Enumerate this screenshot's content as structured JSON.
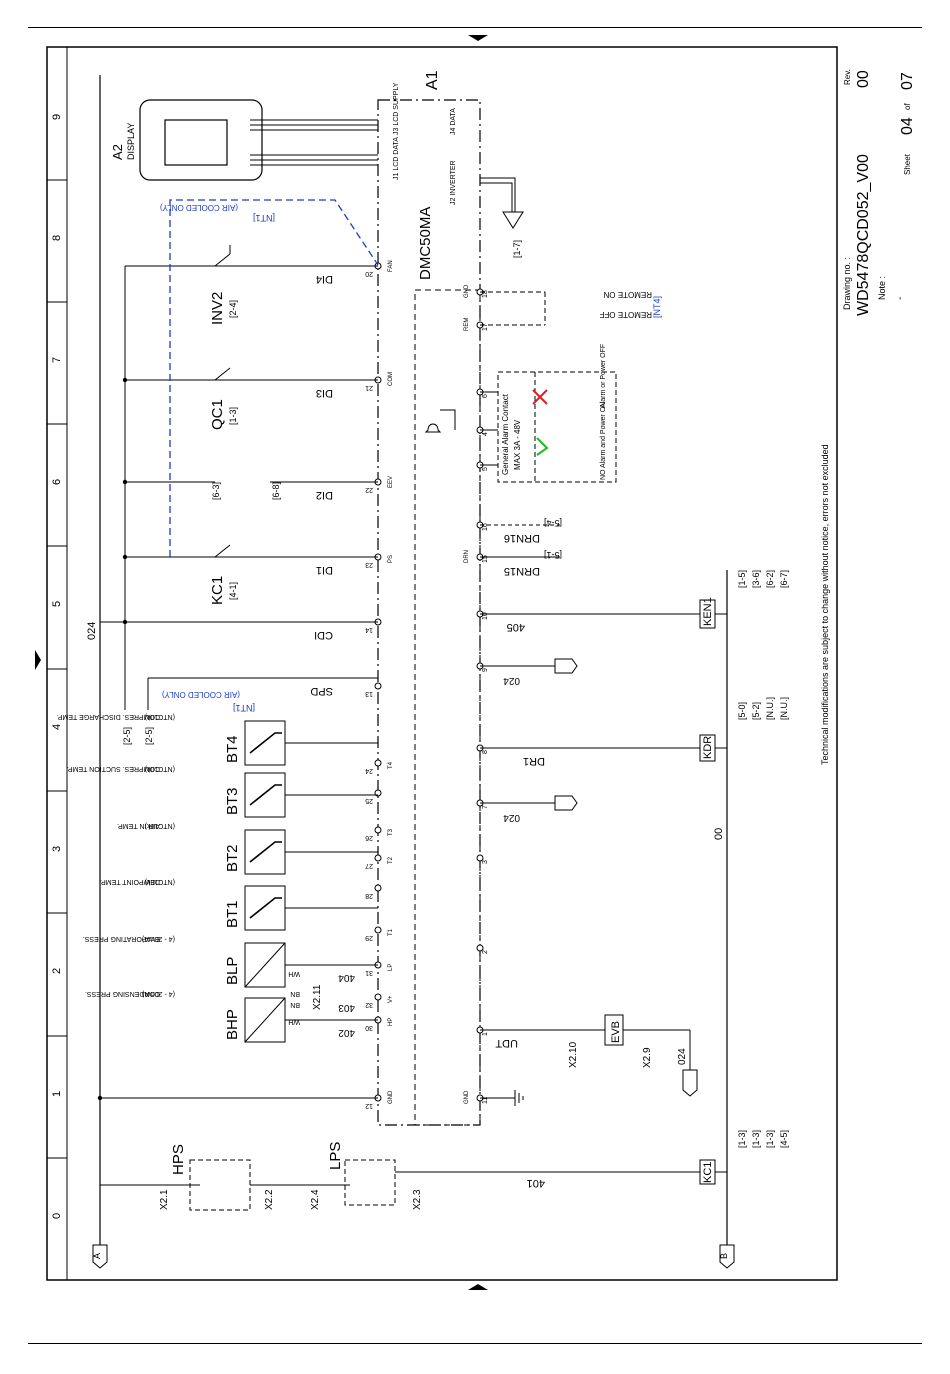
{
  "titleblock": {
    "drawing_label": "Drawing no. :",
    "drawing_no": "WD5478QCD052_V00",
    "rev_label": "Rev.",
    "rev": "00",
    "note_label": "Note :",
    "note_value": "-",
    "sheet_label": "Sheet",
    "sheet": "04",
    "of_label": "of",
    "total": "07",
    "disclaimer": "Technical modifications are subject to change without notice, errors not excluded"
  },
  "grid": {
    "columns": [
      "0",
      "1",
      "2",
      "3",
      "4",
      "5",
      "6",
      "7",
      "8",
      "9"
    ],
    "rails": [
      "A",
      "B"
    ]
  },
  "controller": {
    "ref": "A1",
    "model": "DMC50MA",
    "terminals": [
      "12",
      "30",
      "32",
      "31",
      "29",
      "28",
      "27",
      "26",
      "25",
      "24",
      "13",
      "14",
      "23",
      "22",
      "21",
      "20"
    ],
    "terminal_names": [
      "GND",
      "HP",
      "V+",
      "LP",
      "T1",
      "",
      "T2",
      "T3",
      "",
      "T4",
      "",
      "",
      "PS",
      "EEV",
      "COM",
      "FAN"
    ],
    "bottom_terminals": [
      "11",
      "1",
      "2",
      "3",
      "7",
      "8",
      "9",
      "10",
      "15",
      "16",
      "5",
      "4",
      "6",
      "17",
      "18"
    ],
    "bottom_names": [
      "GND",
      "",
      "",
      "",
      "",
      "",
      "",
      "",
      "DRN",
      "",
      "",
      "",
      "",
      "REM",
      "GND"
    ],
    "connectors": [
      "J1 LCD DATA",
      "J3 LCD SUPPLY",
      "J2 INVERTER",
      "J4 DATA"
    ]
  },
  "display": {
    "ref": "A2",
    "name": "DISPLAY"
  },
  "sensors": [
    {
      "ref": "BHP",
      "desc": "CONDENSING PRESS.",
      "range": "(4 - 20mA)"
    },
    {
      "ref": "BLP",
      "desc": "EVAPORATING PRESS.",
      "range": "(4 - 20mA)"
    },
    {
      "ref": "BT1",
      "desc": "DEWPOINT TEMP.",
      "range": "(NTC10k)"
    },
    {
      "ref": "BT2",
      "desc": "AIR IN TEMP.",
      "range": "(NTC10k)"
    },
    {
      "ref": "BT3",
      "desc": "COMPRES. SUCTION TEMP.",
      "range": "(NTC10k)"
    },
    {
      "ref": "BT4",
      "desc": "COMPRES. DISCHARGE TEMP.",
      "range": "(NTC10k)"
    }
  ],
  "signals": {
    "spd": "SPD",
    "cdi": "CDI",
    "di1": "DI1",
    "di2": "DI2",
    "di3": "DI3",
    "di4": "DI4",
    "udt": "UDT",
    "dr1": "DR1",
    "drn15": "DRN15",
    "drn16": "DRN16",
    "air_cooled": "(AIR COOLED ONLY)",
    "nt1": "[NT1]",
    "nt4": "[NT4]",
    "v024": "024",
    "v00": "00",
    "w401": "401",
    "w402": "402",
    "w403": "403",
    "w404": "404",
    "w405": "405"
  },
  "devices": {
    "hps": "HPS",
    "lps": "LPS",
    "kc1": "KC1",
    "kc1_ref": "[4-1]",
    "qc1": "QC1",
    "qc1_ref": "[1-3]",
    "inv2": "INV2",
    "inv2_ref": "[2-4]",
    "evb": "EVB",
    "kdr": "KDR",
    "ken1": "KEN1"
  },
  "xrefs": {
    "r25": "[2-5]",
    "r63": "[6-3]",
    "r68": "[6-8]",
    "r17": "[1-7]",
    "r54": "[5-4]",
    "r51": "[5-1]",
    "kdr": [
      "[5-0]",
      "[5-2]",
      "[N.U.]",
      "[N.U.]"
    ],
    "ken1": [
      "[1-5]",
      "[3-6]",
      "[6-2]",
      "[6-7]"
    ],
    "kc1": [
      "[1-3]",
      "[1-3]",
      "[1-3]",
      "[4-5]"
    ]
  },
  "terminals_x": [
    "X2.1",
    "X2.2",
    "X2.4",
    "X2.3",
    "X2.11",
    "X2.10",
    "X2.9"
  ],
  "wire_colors": [
    "WH",
    "BN",
    "WH",
    "BN"
  ],
  "alarm": {
    "title": "General Alarm Contact",
    "rating": "MAX 3A - 48V",
    "no_alarm": "NO Alarm and Power ON",
    "alarm": "Alarm or Power OFF"
  },
  "remote": {
    "on": "REMOTE ON",
    "off": "REMOTE OFF"
  },
  "colors": {
    "ink": "#000000",
    "dash_blue": "#1a3cc8",
    "tick_green": "#22bb22",
    "cross_red": "#e02020"
  }
}
